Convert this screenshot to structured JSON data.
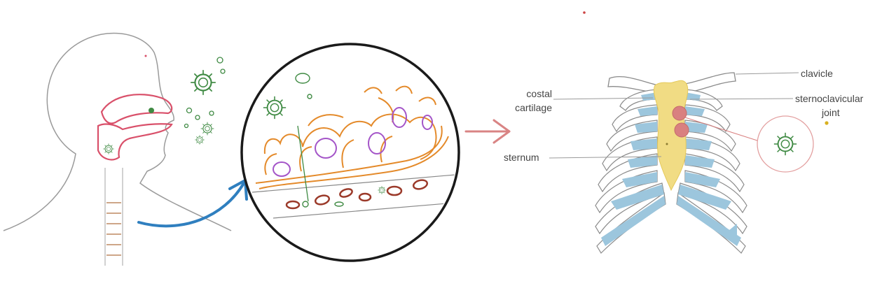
{
  "labels": {
    "clavicle": "clavicle",
    "costal_line1": "costal",
    "costal_line2": "cartilage",
    "sterno_line1": "sternoclavicular",
    "sterno_line2": "joint",
    "sternum": "sternum"
  },
  "colors": {
    "outline": "#9a9a9a",
    "mouth": "#d9506a",
    "virus": "#3f8a43",
    "arrow_blue": "#2f7fbf",
    "arrow_red": "#d98484",
    "circle": "#1a1a1a",
    "cell_orange": "#e48a2a",
    "cell_purple": "#a455c8",
    "blood_red": "#9b3a2a",
    "cartilage_blue": "#9cc6dd",
    "sternum_yellow": "#f1dc84",
    "joint_red": "#d98080",
    "dot_yellow": "#d8b020"
  }
}
